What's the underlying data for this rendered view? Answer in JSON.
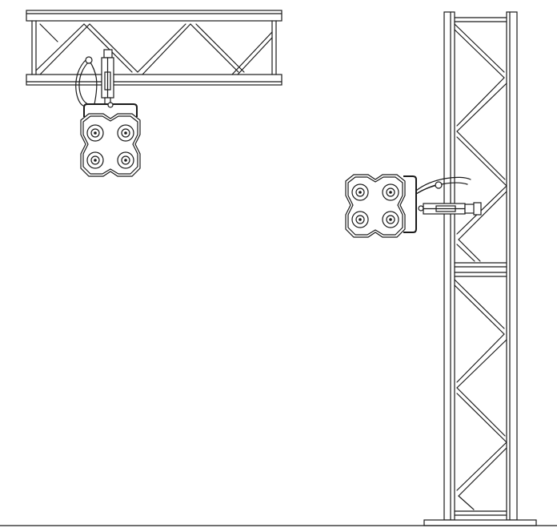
{
  "diagram": {
    "description_hidden": "",
    "colors": {
      "stroke": "#1a1a1a",
      "background": "#ffffff"
    },
    "elements": [
      "horizontal-truss",
      "vertical-truss-tower",
      "light-fixture-hanging",
      "light-fixture-side-mounted",
      "mounting-clamp",
      "safety-cable",
      "ground-line"
    ]
  }
}
